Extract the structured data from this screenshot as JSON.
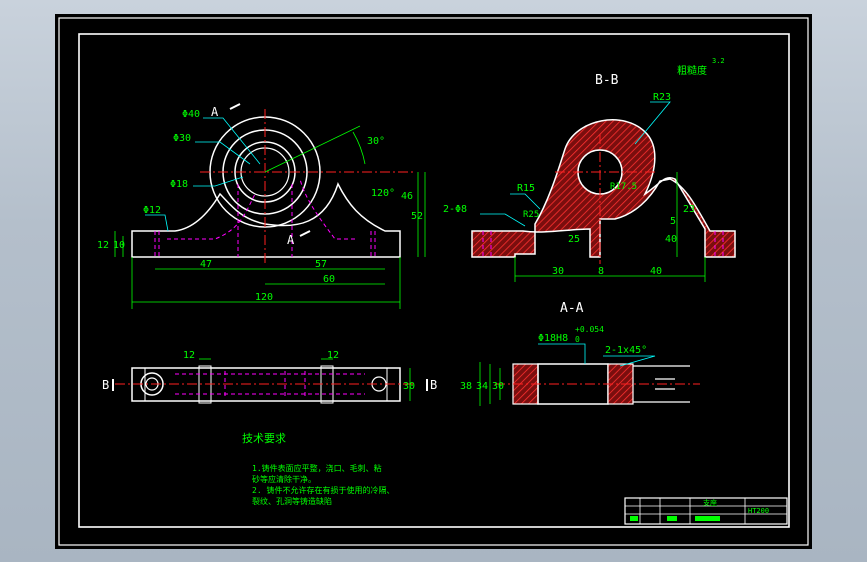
{
  "drawing": {
    "background": "#000000",
    "colors": {
      "outline": "#ffffff",
      "dimension": "#00ff00",
      "hatch": "#ff3030",
      "center_line": "#ff2020",
      "hidden_line": "#ff00ff",
      "leader": "#00ffff"
    },
    "section_labels": {
      "a_a_marker": "A",
      "a_a_marker_2": "A",
      "b_b_title": "B-B",
      "a_a_title": "A-A",
      "b_left": "B",
      "b_right": "B"
    },
    "roughness": {
      "label": "粗糙度",
      "value": "3.2"
    },
    "front_view_dims": {
      "d40": "Φ40",
      "d30": "Φ30",
      "d18": "Φ18",
      "d12": "Φ12",
      "angle30": "30°",
      "angle120": "120°",
      "h12": "12",
      "h10": "10",
      "w47": "47",
      "w57": "57",
      "w60": "60",
      "w120": "120",
      "h46": "46",
      "h52": "52"
    },
    "section_bb_dims": {
      "r23": "R23",
      "r15": "R15",
      "r17": "R17.5",
      "c2": "2-Φ8",
      "r25": "R25",
      "h25": "25",
      "h40": "40",
      "h5": "5",
      "h23": "23",
      "w30": "30",
      "w8": "8",
      "w40": "40"
    },
    "top_view_dims": {
      "w12a": "12",
      "w12b": "12",
      "h30": "30"
    },
    "section_aa_dims": {
      "bore": "Φ18H8",
      "tol_upper": "+0.054",
      "tol_lower": "0",
      "chamfer": "2-1x45°",
      "h38": "38",
      "h34": "34",
      "h30": "30"
    },
    "technical_requirements": {
      "title": "技术要求",
      "line1": "1.铸件表面应平整，浇口、毛刺、粘",
      "line2": "砂等应清除干净。",
      "line3": "2. 铸件不允许存在有损于使用的冷隔、",
      "line4": "裂纹、孔洞等铸造缺陷"
    },
    "title_block": {
      "name_cell": "支座",
      "material_cell": "HT200"
    }
  }
}
